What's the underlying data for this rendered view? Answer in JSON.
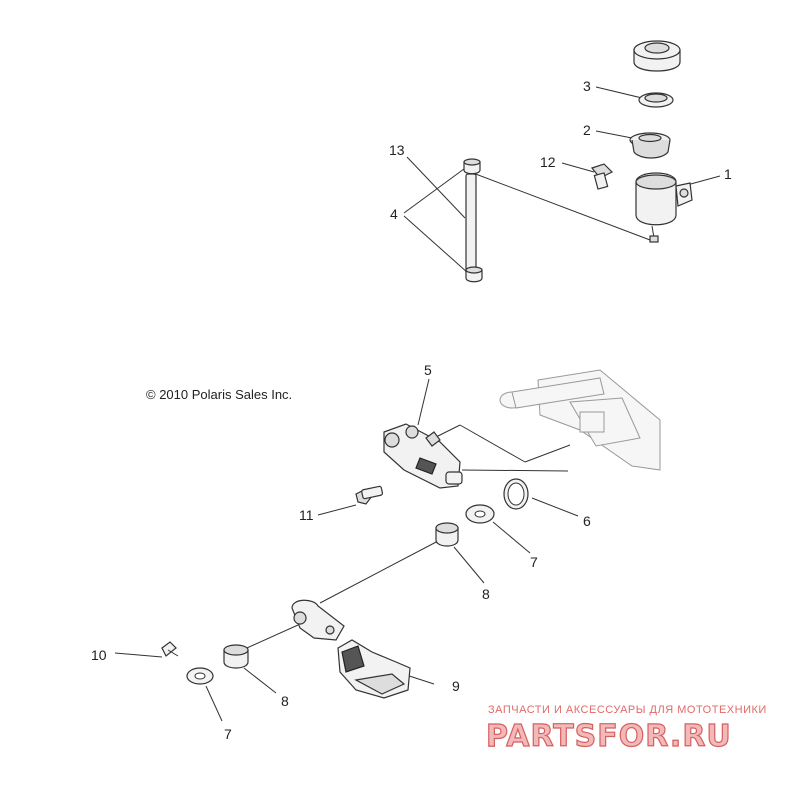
{
  "copyright": "© 2010 Polaris Sales Inc.",
  "callouts": [
    {
      "id": "c1",
      "text": "1"
    },
    {
      "id": "c2",
      "text": "2"
    },
    {
      "id": "c3",
      "text": "3"
    },
    {
      "id": "c4",
      "text": "4"
    },
    {
      "id": "c5",
      "text": "5"
    },
    {
      "id": "c6",
      "text": "6"
    },
    {
      "id": "c7a",
      "text": "7"
    },
    {
      "id": "c7b",
      "text": "7"
    },
    {
      "id": "c8a",
      "text": "8"
    },
    {
      "id": "c8b",
      "text": "8"
    },
    {
      "id": "c9",
      "text": "9"
    },
    {
      "id": "c10",
      "text": "10"
    },
    {
      "id": "c11",
      "text": "11"
    },
    {
      "id": "c12",
      "text": "12"
    },
    {
      "id": "c13",
      "text": "13"
    }
  ],
  "watermark": {
    "tagline": "ЗАПЧАСТИ И АКСЕССУАРЫ ДЛЯ МОТОТЕХНИКИ",
    "brand": "PARTSFOR.RU"
  }
}
